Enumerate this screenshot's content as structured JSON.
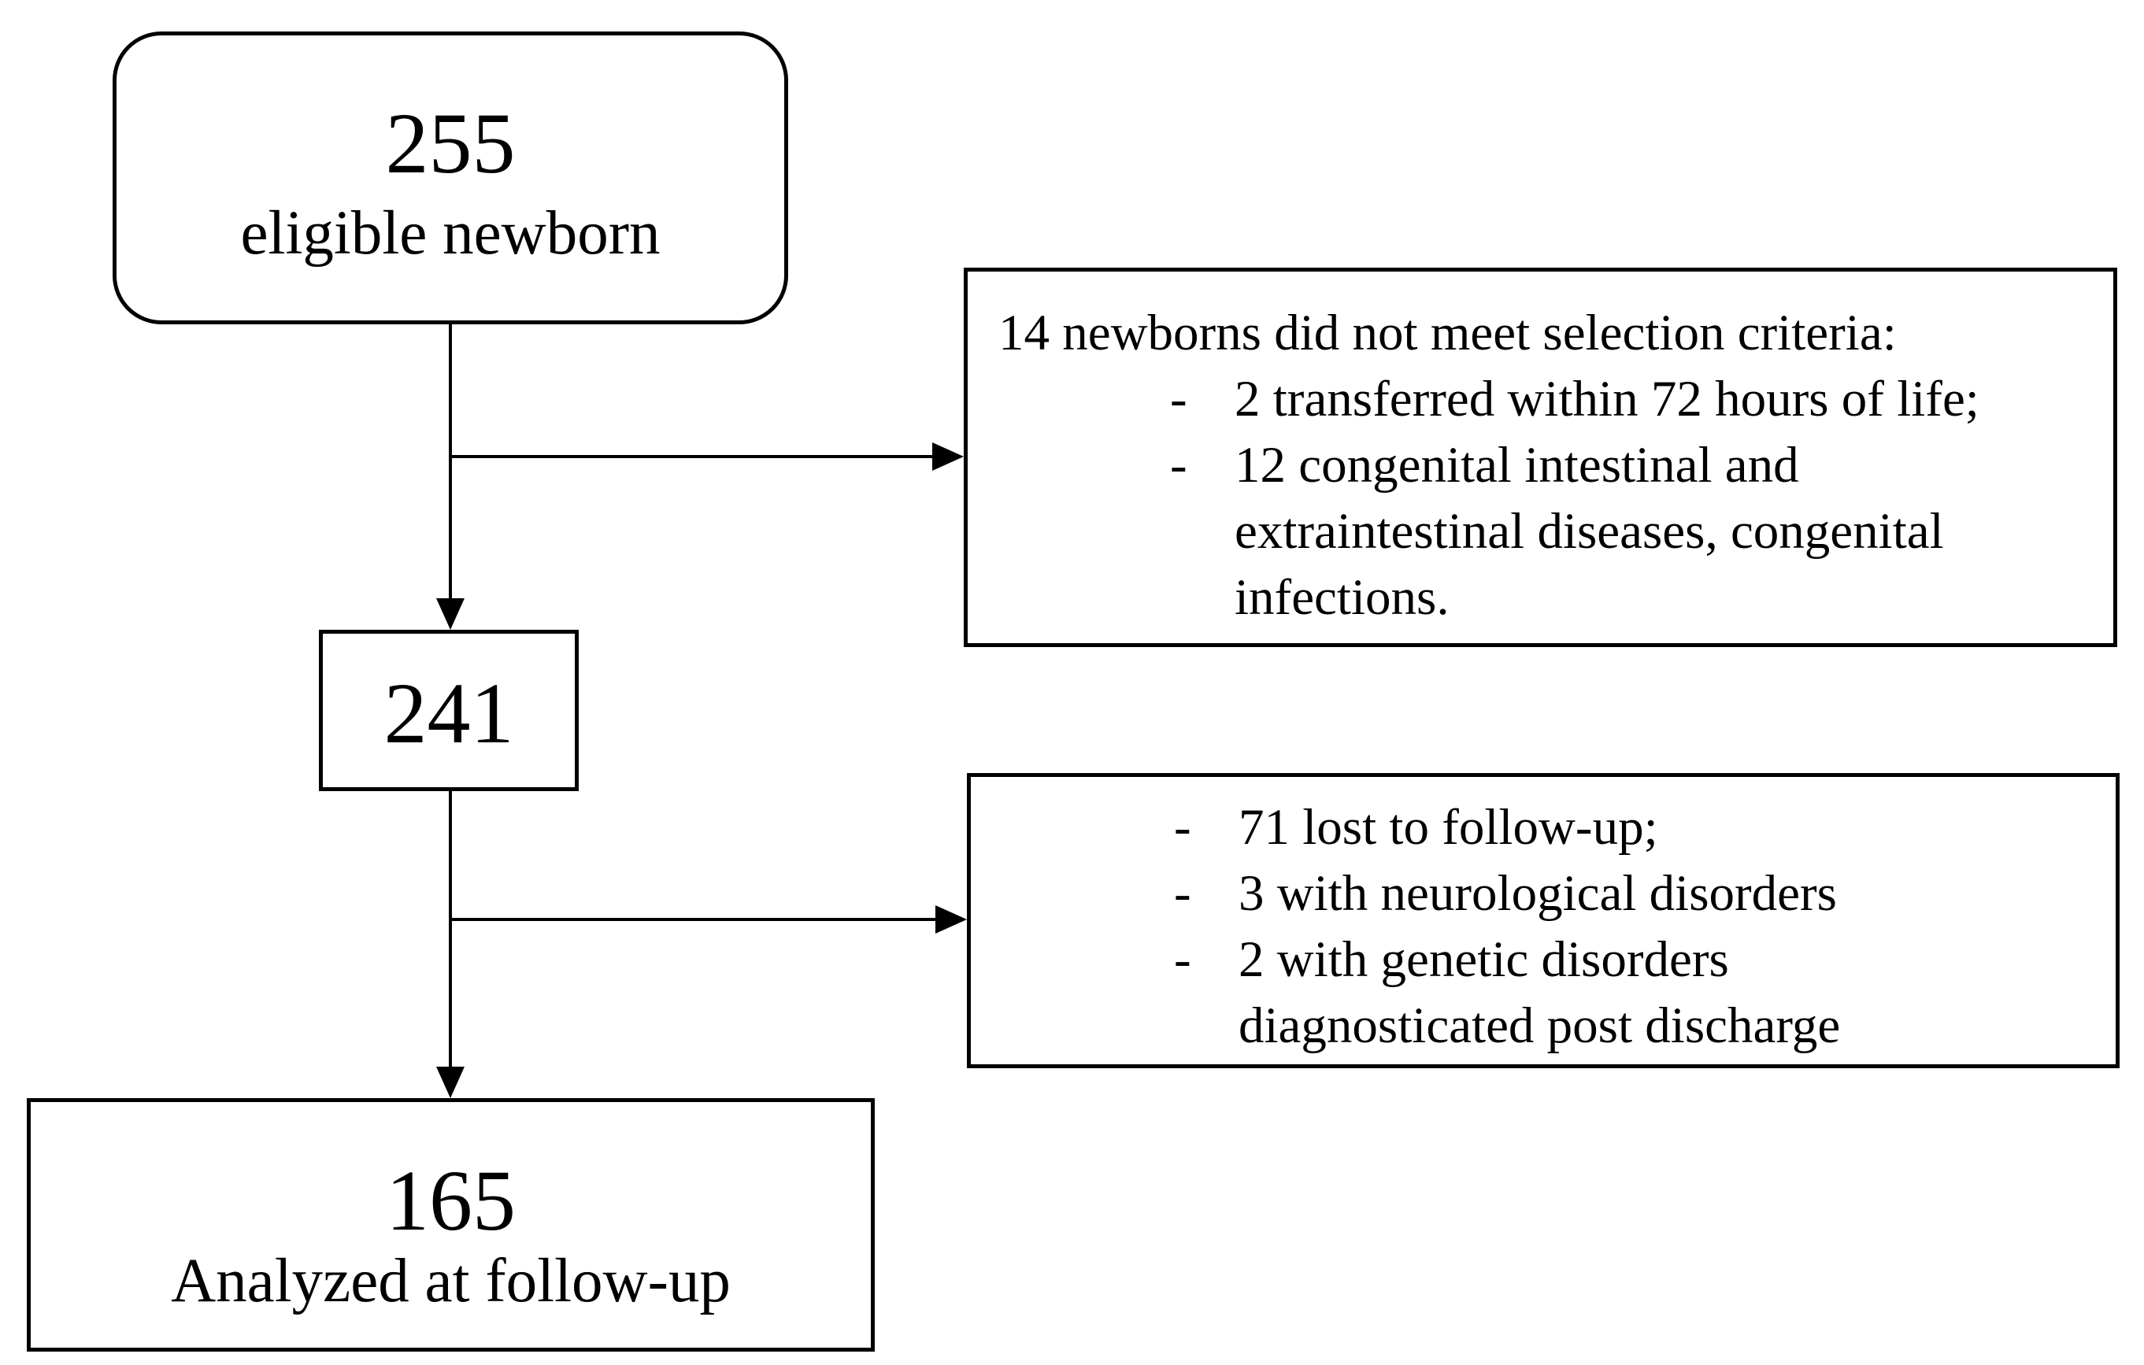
{
  "start": {
    "count": "255",
    "label": "eligible newborn"
  },
  "exclusion1": {
    "header": "14 newborns did not meet selection criteria:",
    "items": [
      {
        "bullet": "-",
        "lines": [
          "2 transferred within 72 hours of life;"
        ]
      },
      {
        "bullet": "-",
        "lines": [
          "12 congenital intestinal and",
          "extraintestinal diseases, congenital",
          "infections."
        ]
      }
    ]
  },
  "middle": {
    "count": "241"
  },
  "exclusion2": {
    "items": [
      {
        "bullet": "-",
        "lines": [
          "71 lost to follow-up;"
        ]
      },
      {
        "bullet": "-",
        "lines": [
          "3 with neurological disorders"
        ]
      },
      {
        "bullet": "-",
        "lines": [
          "2 with genetic disorders",
          "diagnosticated post discharge"
        ]
      }
    ]
  },
  "end": {
    "count": "165",
    "label": "Analyzed at follow-up"
  }
}
